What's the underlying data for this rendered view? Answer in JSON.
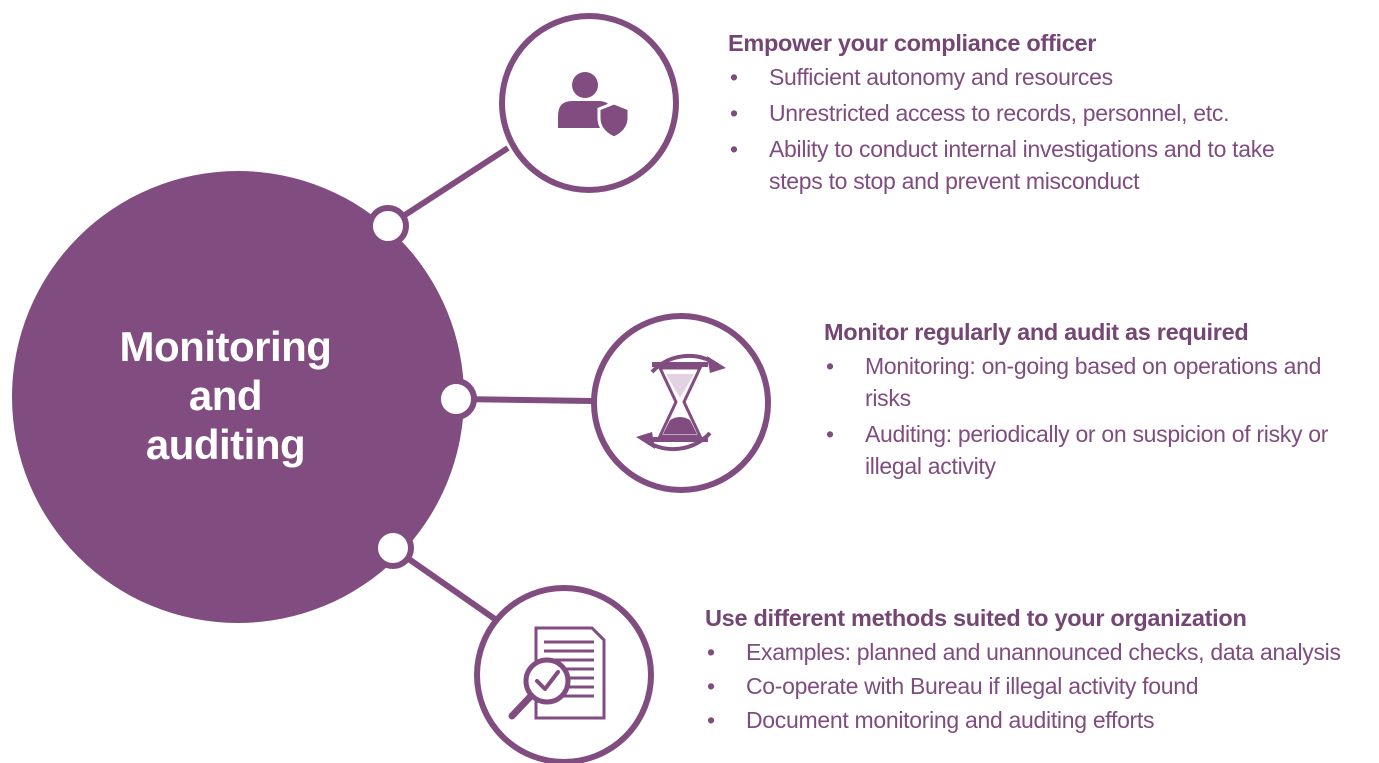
{
  "hub": {
    "title_lines": [
      "Monitoring",
      "and",
      "auditing"
    ]
  },
  "colors": {
    "primary": "#814d80",
    "text": "#7f4c7f",
    "background": "#ffffff"
  },
  "sections": [
    {
      "icon": "user-shield-icon",
      "heading": "Empower your compliance officer",
      "bullets": [
        "Sufficient autonomy and resources",
        "Unrestricted access to records, personnel, etc.",
        "Ability to conduct internal investigations and to take steps to stop and prevent misconduct"
      ]
    },
    {
      "icon": "hourglass-cycle-icon",
      "heading": "Monitor regularly and audit as required",
      "bullets": [
        "Monitoring: on-going based on operations and risks",
        "Auditing: periodically or on suspicion of risky or illegal activity"
      ]
    },
    {
      "icon": "document-magnifier-check-icon",
      "heading": "Use different methods suited to your organization",
      "bullets": [
        "Examples: planned and unannounced checks, data analysis",
        "Co-operate with Bureau if illegal activity found",
        "Document monitoring and auditing efforts"
      ]
    }
  ]
}
